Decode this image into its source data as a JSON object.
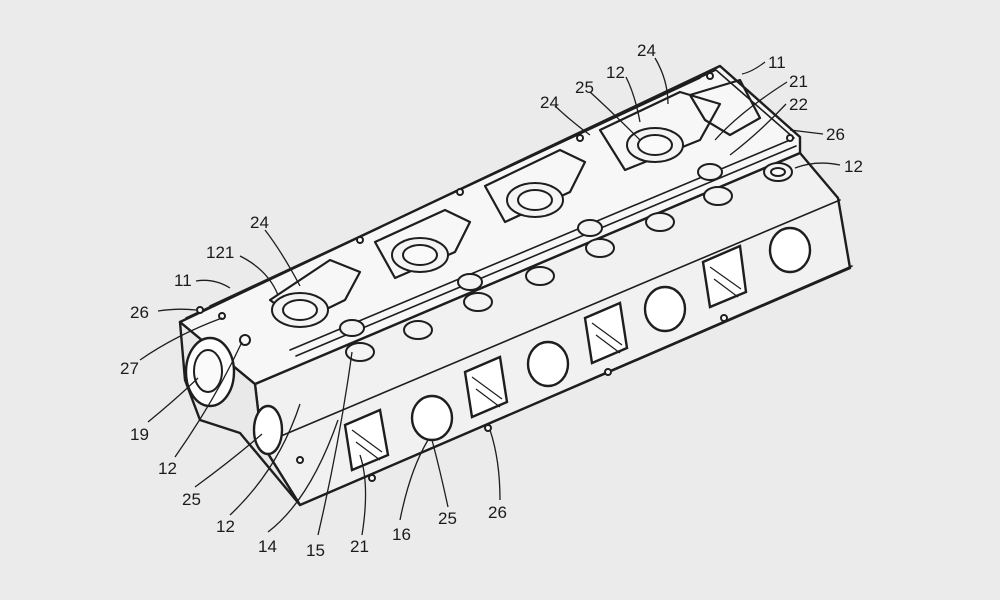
{
  "figure": {
    "subject": "engine cylinder head patent drawing (isometric view)",
    "background": "#ebebeb",
    "line_color": "#1e1e1e"
  },
  "labels": [
    {
      "id": "lbl-24-top",
      "text": "24"
    },
    {
      "id": "lbl-11-top",
      "text": "11"
    },
    {
      "id": "lbl-12-top",
      "text": "12"
    },
    {
      "id": "lbl-25-top",
      "text": "25"
    },
    {
      "id": "lbl-21-top",
      "text": "21"
    },
    {
      "id": "lbl-24-mid",
      "text": "24"
    },
    {
      "id": "lbl-22",
      "text": "22"
    },
    {
      "id": "lbl-26-right",
      "text": "26"
    },
    {
      "id": "lbl-12-right",
      "text": "12"
    },
    {
      "id": "lbl-24-left",
      "text": "24"
    },
    {
      "id": "lbl-121",
      "text": "121"
    },
    {
      "id": "lbl-11-left",
      "text": "11"
    },
    {
      "id": "lbl-26-left",
      "text": "26"
    },
    {
      "id": "lbl-27",
      "text": "27"
    },
    {
      "id": "lbl-19",
      "text": "19"
    },
    {
      "id": "lbl-12-lower",
      "text": "12"
    },
    {
      "id": "lbl-25-lower",
      "text": "25"
    },
    {
      "id": "lbl-12-bottom",
      "text": "12"
    },
    {
      "id": "lbl-14",
      "text": "14"
    },
    {
      "id": "lbl-15",
      "text": "15"
    },
    {
      "id": "lbl-21-bottom",
      "text": "21"
    },
    {
      "id": "lbl-16",
      "text": "16"
    },
    {
      "id": "lbl-25-bottom",
      "text": "25"
    },
    {
      "id": "lbl-26-bottom",
      "text": "26"
    }
  ]
}
